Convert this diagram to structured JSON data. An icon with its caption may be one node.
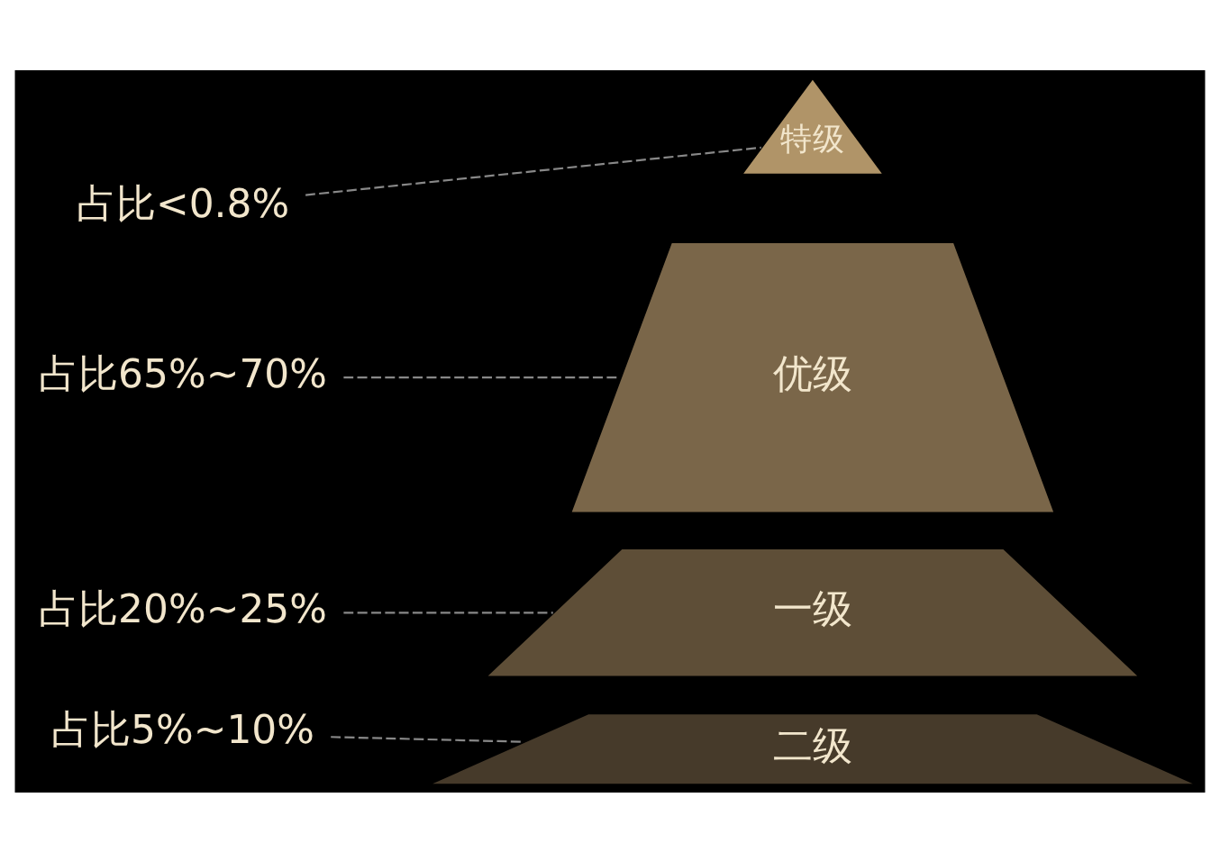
{
  "diagram": {
    "nodes": [
      {
        "text": [
          "占比<0.8%"
        ]
      },
      {
        "text": [
          "特级"
        ]
      },
      {
        "text": [
          "占比65%~70%"
        ]
      },
      {
        "text": [
          "优级"
        ]
      },
      {
        "text": [
          "占比20%~25%"
        ]
      },
      {
        "text": [
          "一级"
        ]
      },
      {
        "text": [
          "占比5%~10%"
        ]
      },
      {
        "text": [
          "二级"
        ]
      }
    ],
    "edges": [
      {
        "from": 0,
        "to": 1,
        "arrow": "none",
        "style": "dashed"
      },
      {
        "from": 2,
        "to": 3,
        "arrow": "none",
        "style": "dashed"
      },
      {
        "from": 4,
        "to": 5,
        "arrow": "none",
        "style": "dashed"
      },
      {
        "from": 6,
        "to": 7,
        "arrow": "none",
        "style": "dashed"
      }
    ]
  }
}
